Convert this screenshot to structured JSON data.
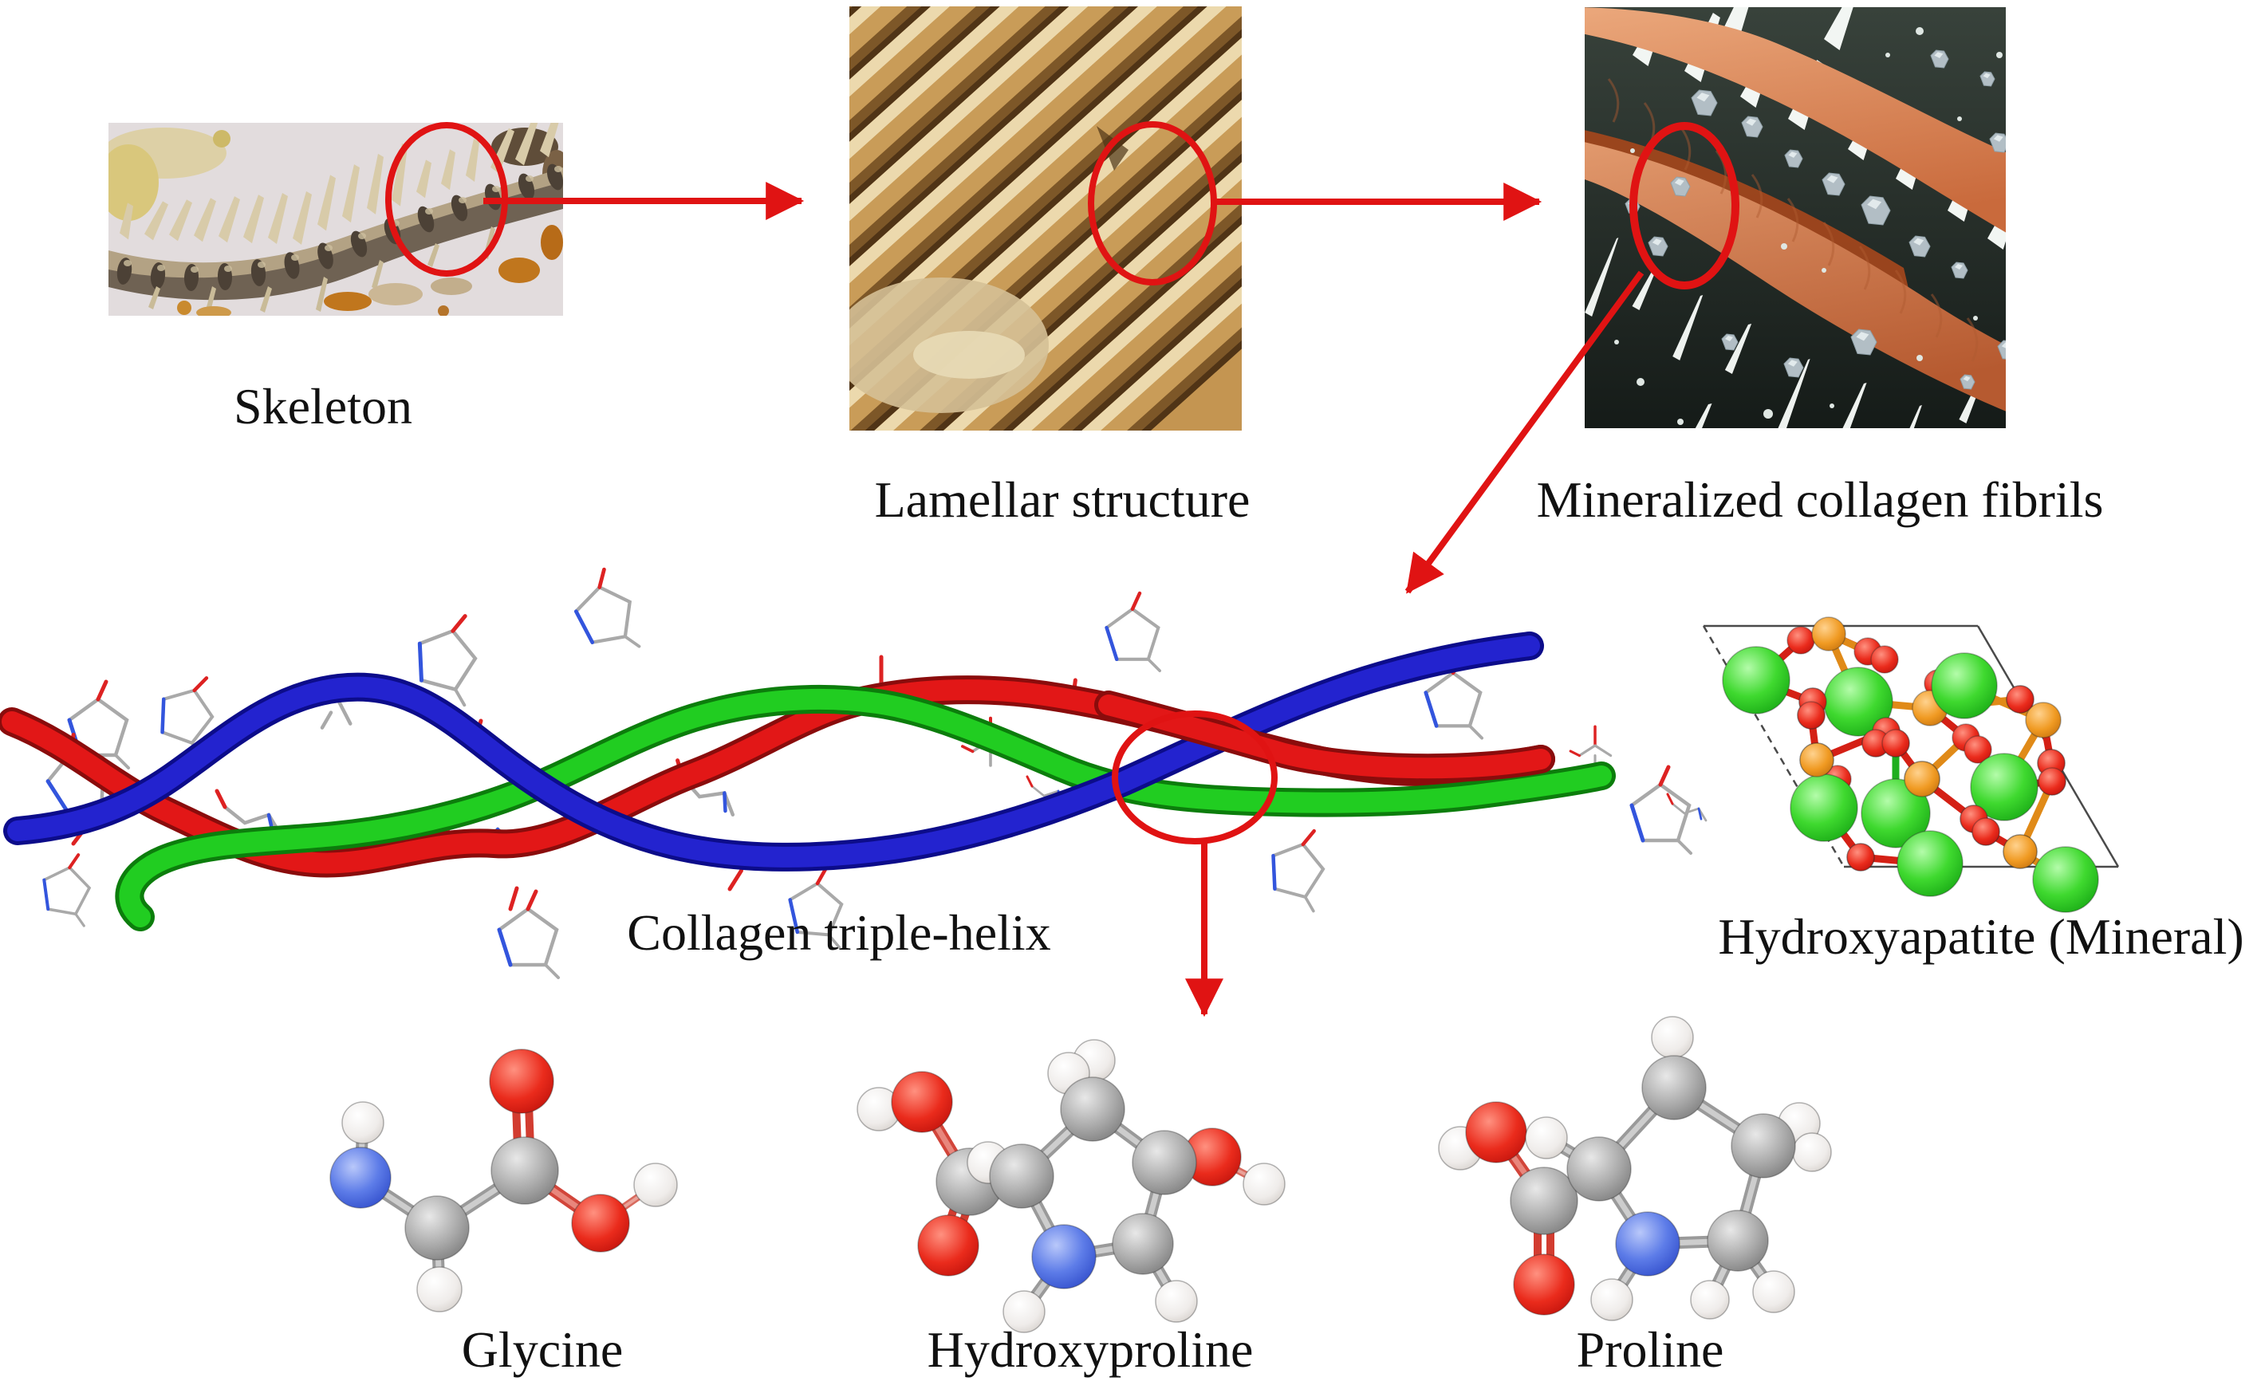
{
  "figure": {
    "title_labels": {
      "skeleton": "Skeleton",
      "lamellar": "Lamellar structure",
      "mineralized": "Mineralized collagen fibrils",
      "collagen": "Collagen triple-helix",
      "hydroxyapatite": "Hydroxyapatite (Mineral)",
      "glycine": "Glycine",
      "hydroxyproline": "Hydroxyproline",
      "proline": "Proline"
    },
    "colors": {
      "annotation_red": "#e01313",
      "ribbon_red": "#e21717",
      "ribbon_green": "#21cd21",
      "ribbon_blue": "#2323cf",
      "calcium_green": "#2fc42a",
      "phosphorus_orange": "#e8911c",
      "oxygen_red": "#e01212",
      "nitrogen_blue": "#4169e1",
      "carbon_gray": "#9e9e9e",
      "hydrogen_white": "#f5f3f0",
      "label_text": "#111111"
    }
  }
}
